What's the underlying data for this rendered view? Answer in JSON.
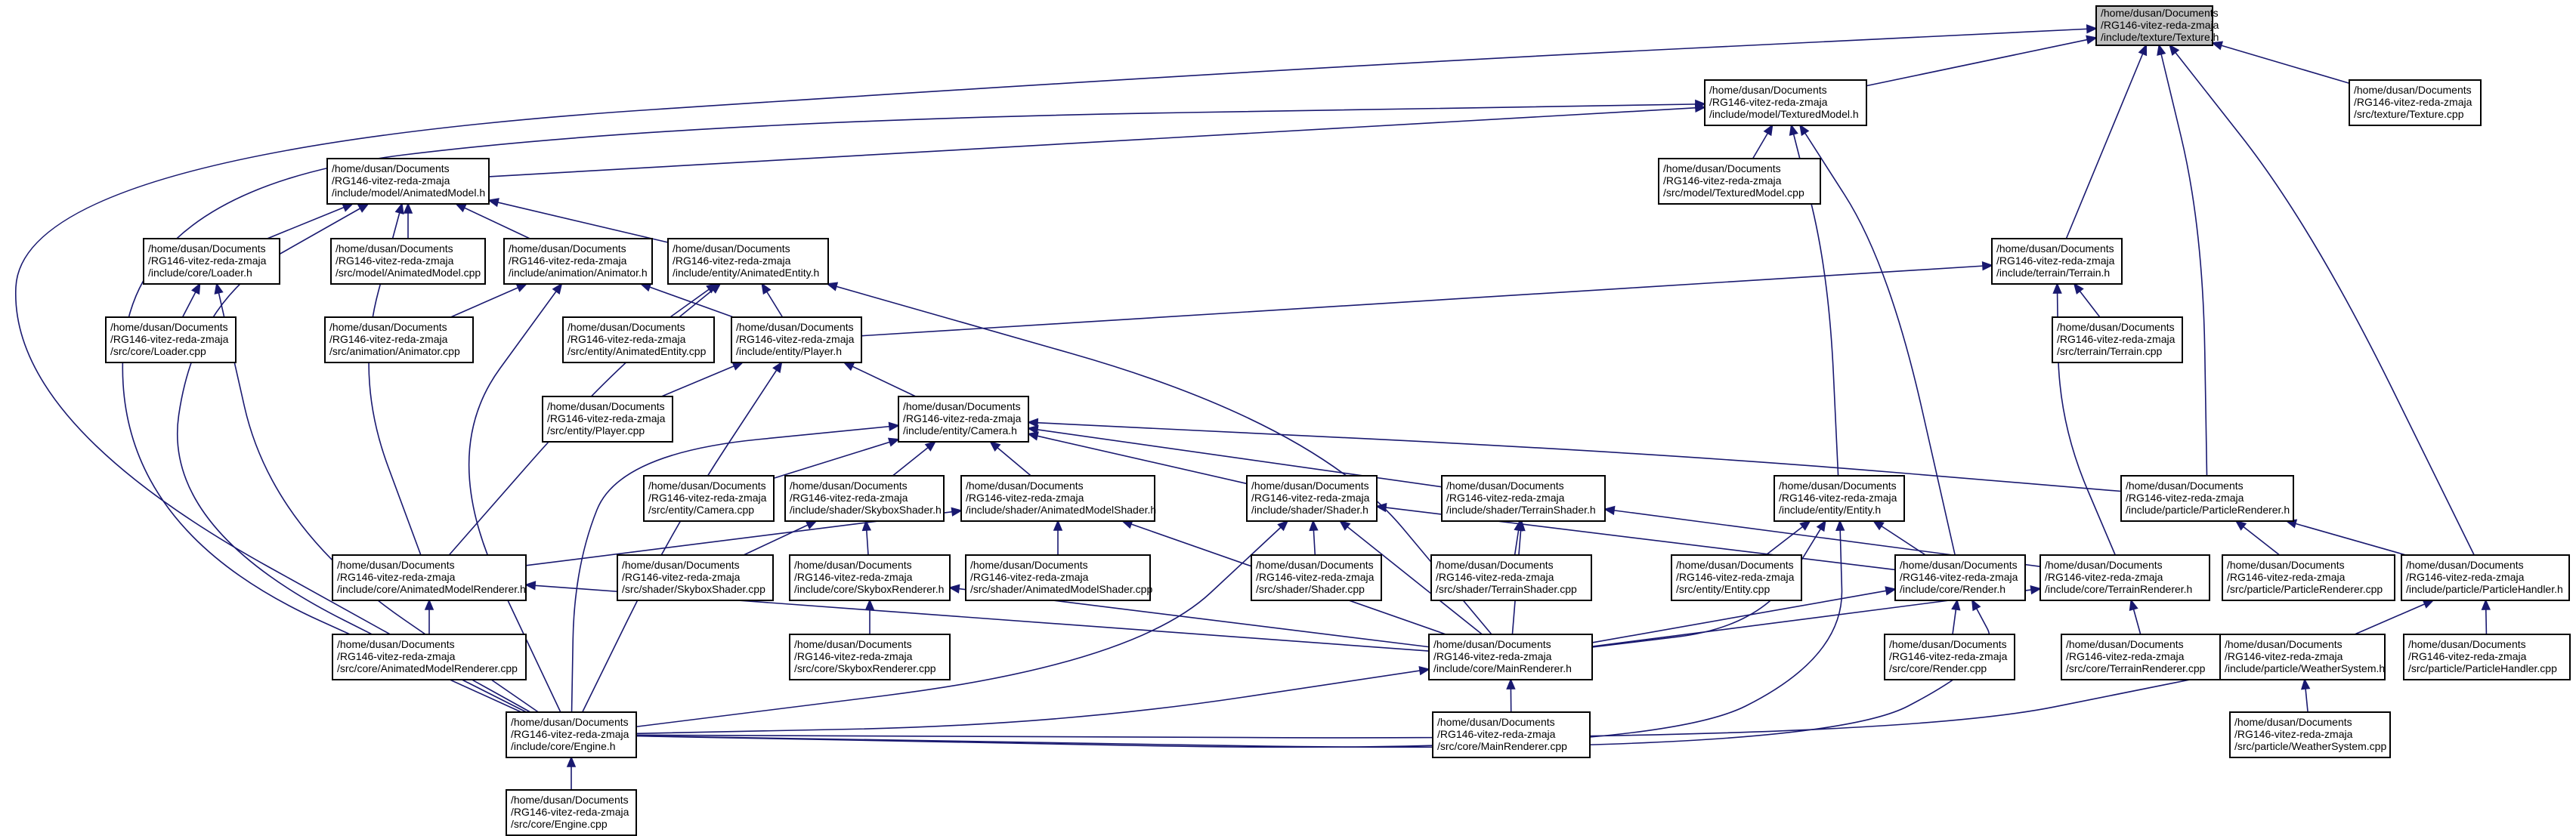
{
  "diagram": {
    "nodes": [
      {
        "id": "n_texture_h",
        "lines": [
          "/home/dusan/Documents",
          "/RG146-vitez-reda-zmaja",
          "/include/texture/Texture.h"
        ],
        "root": true
      },
      {
        "id": "n_texturedmodel_h",
        "lines": [
          "/home/dusan/Documents",
          "/RG146-vitez-reda-zmaja",
          "/include/model/TexturedModel.h"
        ]
      },
      {
        "id": "n_texture_cpp",
        "lines": [
          "/home/dusan/Documents",
          "/RG146-vitez-reda-zmaja",
          "/src/texture/Texture.cpp"
        ]
      },
      {
        "id": "n_animatedmodel_h",
        "lines": [
          "/home/dusan/Documents",
          "/RG146-vitez-reda-zmaja",
          "/include/model/AnimatedModel.h"
        ]
      },
      {
        "id": "n_texturedmodel_cpp",
        "lines": [
          "/home/dusan/Documents",
          "/RG146-vitez-reda-zmaja",
          "/src/model/TexturedModel.cpp"
        ]
      },
      {
        "id": "n_loader_h",
        "lines": [
          "/home/dusan/Documents",
          "/RG146-vitez-reda-zmaja",
          "/include/core/Loader.h"
        ]
      },
      {
        "id": "n_animatedmodel_cpp",
        "lines": [
          "/home/dusan/Documents",
          "/RG146-vitez-reda-zmaja",
          "/src/model/AnimatedModel.cpp"
        ]
      },
      {
        "id": "n_animator_h",
        "lines": [
          "/home/dusan/Documents",
          "/RG146-vitez-reda-zmaja",
          "/include/animation/Animator.h"
        ]
      },
      {
        "id": "n_animatedentity_h",
        "lines": [
          "/home/dusan/Documents",
          "/RG146-vitez-reda-zmaja",
          "/include/entity/AnimatedEntity.h"
        ]
      },
      {
        "id": "n_terrain_h",
        "lines": [
          "/home/dusan/Documents",
          "/RG146-vitez-reda-zmaja",
          "/include/terrain/Terrain.h"
        ]
      },
      {
        "id": "n_loader_cpp",
        "lines": [
          "/home/dusan/Documents",
          "/RG146-vitez-reda-zmaja",
          "/src/core/Loader.cpp"
        ]
      },
      {
        "id": "n_animator_cpp",
        "lines": [
          "/home/dusan/Documents",
          "/RG146-vitez-reda-zmaja",
          "/src/animation/Animator.cpp"
        ]
      },
      {
        "id": "n_animatedentity_cpp",
        "lines": [
          "/home/dusan/Documents",
          "/RG146-vitez-reda-zmaja",
          "/src/entity/AnimatedEntity.cpp"
        ]
      },
      {
        "id": "n_player_h",
        "lines": [
          "/home/dusan/Documents",
          "/RG146-vitez-reda-zmaja",
          "/include/entity/Player.h"
        ]
      },
      {
        "id": "n_terrain_cpp",
        "lines": [
          "/home/dusan/Documents",
          "/RG146-vitez-reda-zmaja",
          "/src/terrain/Terrain.cpp"
        ]
      },
      {
        "id": "n_player_cpp",
        "lines": [
          "/home/dusan/Documents",
          "/RG146-vitez-reda-zmaja",
          "/src/entity/Player.cpp"
        ]
      },
      {
        "id": "n_camera_h",
        "lines": [
          "/home/dusan/Documents",
          "/RG146-vitez-reda-zmaja",
          "/include/entity/Camera.h"
        ]
      },
      {
        "id": "n_camera_cpp",
        "lines": [
          "/home/dusan/Documents",
          "/RG146-vitez-reda-zmaja",
          "/src/entity/Camera.cpp"
        ]
      },
      {
        "id": "n_skyboxshader_h",
        "lines": [
          "/home/dusan/Documents",
          "/RG146-vitez-reda-zmaja",
          "/include/shader/SkyboxShader.h"
        ]
      },
      {
        "id": "n_animatedmodelshader_h",
        "lines": [
          "/home/dusan/Documents",
          "/RG146-vitez-reda-zmaja",
          "/include/shader/AnimatedModelShader.h"
        ]
      },
      {
        "id": "n_shader_h",
        "lines": [
          "/home/dusan/Documents",
          "/RG146-vitez-reda-zmaja",
          "/include/shader/Shader.h"
        ]
      },
      {
        "id": "n_terrainshader_h",
        "lines": [
          "/home/dusan/Documents",
          "/RG146-vitez-reda-zmaja",
          "/include/shader/TerrainShader.h"
        ]
      },
      {
        "id": "n_entity_h",
        "lines": [
          "/home/dusan/Documents",
          "/RG146-vitez-reda-zmaja",
          "/include/entity/Entity.h"
        ]
      },
      {
        "id": "n_particlerenderer_h",
        "lines": [
          "/home/dusan/Documents",
          "/RG146-vitez-reda-zmaja",
          "/include/particle/ParticleRenderer.h"
        ]
      },
      {
        "id": "n_animatedmodelrenderer_h",
        "lines": [
          "/home/dusan/Documents",
          "/RG146-vitez-reda-zmaja",
          "/include/core/AnimatedModelRenderer.h"
        ]
      },
      {
        "id": "n_skyboxshader_cpp",
        "lines": [
          "/home/dusan/Documents",
          "/RG146-vitez-reda-zmaja",
          "/src/shader/SkyboxShader.cpp"
        ]
      },
      {
        "id": "n_skyboxrenderer_h",
        "lines": [
          "/home/dusan/Documents",
          "/RG146-vitez-reda-zmaja",
          "/include/core/SkyboxRenderer.h"
        ]
      },
      {
        "id": "n_animatedmodelshader_cpp",
        "lines": [
          "/home/dusan/Documents",
          "/RG146-vitez-reda-zmaja",
          "/src/shader/AnimatedModelShader.cpp"
        ]
      },
      {
        "id": "n_shader_cpp",
        "lines": [
          "/home/dusan/Documents",
          "/RG146-vitez-reda-zmaja",
          "/src/shader/Shader.cpp"
        ]
      },
      {
        "id": "n_terrainshader_cpp",
        "lines": [
          "/home/dusan/Documents",
          "/RG146-vitez-reda-zmaja",
          "/src/shader/TerrainShader.cpp"
        ]
      },
      {
        "id": "n_entity_cpp",
        "lines": [
          "/home/dusan/Documents",
          "/RG146-vitez-reda-zmaja",
          "/src/entity/Entity.cpp"
        ]
      },
      {
        "id": "n_render_h",
        "lines": [
          "/home/dusan/Documents",
          "/RG146-vitez-reda-zmaja",
          "/include/core/Render.h"
        ]
      },
      {
        "id": "n_terrainrenderer_h",
        "lines": [
          "/home/dusan/Documents",
          "/RG146-vitez-reda-zmaja",
          "/include/core/TerrainRenderer.h"
        ]
      },
      {
        "id": "n_particlerenderer_cpp",
        "lines": [
          "/home/dusan/Documents",
          "/RG146-vitez-reda-zmaja",
          "/src/particle/ParticleRenderer.cpp"
        ]
      },
      {
        "id": "n_particlehandler_h",
        "lines": [
          "/home/dusan/Documents",
          "/RG146-vitez-reda-zmaja",
          "/include/particle/ParticleHandler.h"
        ]
      },
      {
        "id": "n_animatedmodelrenderer_cpp",
        "lines": [
          "/home/dusan/Documents",
          "/RG146-vitez-reda-zmaja",
          "/src/core/AnimatedModelRenderer.cpp"
        ]
      },
      {
        "id": "n_skyboxrenderer_cpp",
        "lines": [
          "/home/dusan/Documents",
          "/RG146-vitez-reda-zmaja",
          "/src/core/SkyboxRenderer.cpp"
        ]
      },
      {
        "id": "n_mainrenderer_h",
        "lines": [
          "/home/dusan/Documents",
          "/RG146-vitez-reda-zmaja",
          "/include/core/MainRenderer.h"
        ]
      },
      {
        "id": "n_render_cpp",
        "lines": [
          "/home/dusan/Documents",
          "/RG146-vitez-reda-zmaja",
          "/src/core/Render.cpp"
        ]
      },
      {
        "id": "n_terrainrenderer_cpp",
        "lines": [
          "/home/dusan/Documents",
          "/RG146-vitez-reda-zmaja",
          "/src/core/TerrainRenderer.cpp"
        ]
      },
      {
        "id": "n_weathersystem_h",
        "lines": [
          "/home/dusan/Documents",
          "/RG146-vitez-reda-zmaja",
          "/include/particle/WeatherSystem.h"
        ]
      },
      {
        "id": "n_particlehandler_cpp",
        "lines": [
          "/home/dusan/Documents",
          "/RG146-vitez-reda-zmaja",
          "/src/particle/ParticleHandler.cpp"
        ]
      },
      {
        "id": "n_engine_h",
        "lines": [
          "/home/dusan/Documents",
          "/RG146-vitez-reda-zmaja",
          "/include/core/Engine.h"
        ]
      },
      {
        "id": "n_mainrenderer_cpp",
        "lines": [
          "/home/dusan/Documents",
          "/RG146-vitez-reda-zmaja",
          "/src/core/MainRenderer.cpp"
        ]
      },
      {
        "id": "n_weathersystem_cpp",
        "lines": [
          "/home/dusan/Documents",
          "/RG146-vitez-reda-zmaja",
          "/src/particle/WeatherSystem.cpp"
        ]
      },
      {
        "id": "n_engine_cpp",
        "lines": [
          "/home/dusan/Documents",
          "/RG146-vitez-reda-zmaja",
          "/src/core/Engine.cpp"
        ]
      }
    ],
    "edges": [
      {
        "from": "n_texturedmodel_h",
        "to": "n_texture_h"
      },
      {
        "from": "n_texture_cpp",
        "to": "n_texture_h"
      },
      {
        "from": "n_terrain_h",
        "to": "n_texture_h"
      },
      {
        "from": "n_particlerenderer_h",
        "to": "n_texture_h"
      },
      {
        "from": "n_particlehandler_h",
        "to": "n_texture_h"
      },
      {
        "from": "n_engine_h",
        "to": "n_texture_h"
      },
      {
        "from": "n_animatedmodel_h",
        "to": "n_texturedmodel_h"
      },
      {
        "from": "n_texturedmodel_cpp",
        "to": "n_texturedmodel_h"
      },
      {
        "from": "n_entity_h",
        "to": "n_texturedmodel_h"
      },
      {
        "from": "n_render_h",
        "to": "n_texturedmodel_h"
      },
      {
        "from": "n_engine_h",
        "to": "n_texturedmodel_h"
      },
      {
        "from": "n_loader_h",
        "to": "n_animatedmodel_h"
      },
      {
        "from": "n_animatedmodel_cpp",
        "to": "n_animatedmodel_h"
      },
      {
        "from": "n_animator_h",
        "to": "n_animatedmodel_h"
      },
      {
        "from": "n_animatedentity_h",
        "to": "n_animatedmodel_h"
      },
      {
        "from": "n_animatedmodelrenderer_h",
        "to": "n_animatedmodel_h"
      },
      {
        "from": "n_engine_h",
        "to": "n_animatedmodel_h"
      },
      {
        "from": "n_loader_cpp",
        "to": "n_loader_h"
      },
      {
        "from": "n_engine_h",
        "to": "n_loader_h"
      },
      {
        "from": "n_animator_cpp",
        "to": "n_animator_h"
      },
      {
        "from": "n_player_h",
        "to": "n_animator_h"
      },
      {
        "from": "n_engine_h",
        "to": "n_animator_h"
      },
      {
        "from": "n_animatedentity_cpp",
        "to": "n_animatedentity_h"
      },
      {
        "from": "n_player_h",
        "to": "n_animatedentity_h"
      },
      {
        "from": "n_animatedmodelrenderer_h",
        "to": "n_animatedentity_h"
      },
      {
        "from": "n_mainrenderer_h",
        "to": "n_animatedentity_h"
      },
      {
        "from": "n_player_h",
        "to": "n_terrain_h"
      },
      {
        "from": "n_terrain_cpp",
        "to": "n_terrain_h"
      },
      {
        "from": "n_terrainrenderer_h",
        "to": "n_terrain_h"
      },
      {
        "from": "n_player_cpp",
        "to": "n_player_h"
      },
      {
        "from": "n_camera_h",
        "to": "n_player_h"
      },
      {
        "from": "n_engine_h",
        "to": "n_player_h"
      },
      {
        "from": "n_camera_cpp",
        "to": "n_camera_h"
      },
      {
        "from": "n_skyboxshader_h",
        "to": "n_camera_h"
      },
      {
        "from": "n_animatedmodelshader_h",
        "to": "n_camera_h"
      },
      {
        "from": "n_shader_h",
        "to": "n_camera_h"
      },
      {
        "from": "n_terrainshader_h",
        "to": "n_camera_h"
      },
      {
        "from": "n_particlerenderer_h",
        "to": "n_camera_h"
      },
      {
        "from": "n_engine_h",
        "to": "n_camera_h"
      },
      {
        "from": "n_skyboxshader_cpp",
        "to": "n_skyboxshader_h"
      },
      {
        "from": "n_skyboxrenderer_h",
        "to": "n_skyboxshader_h"
      },
      {
        "from": "n_animatedmodelshader_cpp",
        "to": "n_animatedmodelshader_h"
      },
      {
        "from": "n_animatedmodelrenderer_h",
        "to": "n_animatedmodelshader_h"
      },
      {
        "from": "n_mainrenderer_h",
        "to": "n_animatedmodelshader_h"
      },
      {
        "from": "n_shader_cpp",
        "to": "n_shader_h"
      },
      {
        "from": "n_render_h",
        "to": "n_shader_h"
      },
      {
        "from": "n_mainrenderer_h",
        "to": "n_shader_h"
      },
      {
        "from": "n_engine_h",
        "to": "n_shader_h"
      },
      {
        "from": "n_terrainshader_cpp",
        "to": "n_terrainshader_h"
      },
      {
        "from": "n_terrainrenderer_h",
        "to": "n_terrainshader_h"
      },
      {
        "from": "n_mainrenderer_h",
        "to": "n_terrainshader_h"
      },
      {
        "from": "n_entity_cpp",
        "to": "n_entity_h"
      },
      {
        "from": "n_render_h",
        "to": "n_entity_h"
      },
      {
        "from": "n_mainrenderer_h",
        "to": "n_entity_h"
      },
      {
        "from": "n_engine_h",
        "to": "n_entity_h"
      },
      {
        "from": "n_particlerenderer_cpp",
        "to": "n_particlerenderer_h"
      },
      {
        "from": "n_particlehandler_h",
        "to": "n_particlerenderer_h"
      },
      {
        "from": "n_animatedmodelrenderer_cpp",
        "to": "n_animatedmodelrenderer_h"
      },
      {
        "from": "n_mainrenderer_h",
        "to": "n_animatedmodelrenderer_h"
      },
      {
        "from": "n_skyboxrenderer_cpp",
        "to": "n_skyboxrenderer_h"
      },
      {
        "from": "n_mainrenderer_h",
        "to": "n_skyboxrenderer_h"
      },
      {
        "from": "n_render_cpp",
        "to": "n_render_h"
      },
      {
        "from": "n_mainrenderer_h",
        "to": "n_render_h"
      },
      {
        "from": "n_engine_h",
        "to": "n_render_h"
      },
      {
        "from": "n_terrainrenderer_cpp",
        "to": "n_terrainrenderer_h"
      },
      {
        "from": "n_mainrenderer_h",
        "to": "n_terrainrenderer_h"
      },
      {
        "from": "n_weathersystem_h",
        "to": "n_particlehandler_h"
      },
      {
        "from": "n_particlehandler_cpp",
        "to": "n_particlehandler_h"
      },
      {
        "from": "n_mainrenderer_cpp",
        "to": "n_mainrenderer_h"
      },
      {
        "from": "n_engine_h",
        "to": "n_mainrenderer_h"
      },
      {
        "from": "n_weathersystem_cpp",
        "to": "n_weathersystem_h"
      },
      {
        "from": "n_engine_h",
        "to": "n_weathersystem_h"
      },
      {
        "from": "n_engine_cpp",
        "to": "n_engine_h"
      }
    ],
    "edge_color": "#191970",
    "root_fill": "#bfbfbf",
    "node_fill": "#ffffff",
    "node_border": "#000000"
  }
}
